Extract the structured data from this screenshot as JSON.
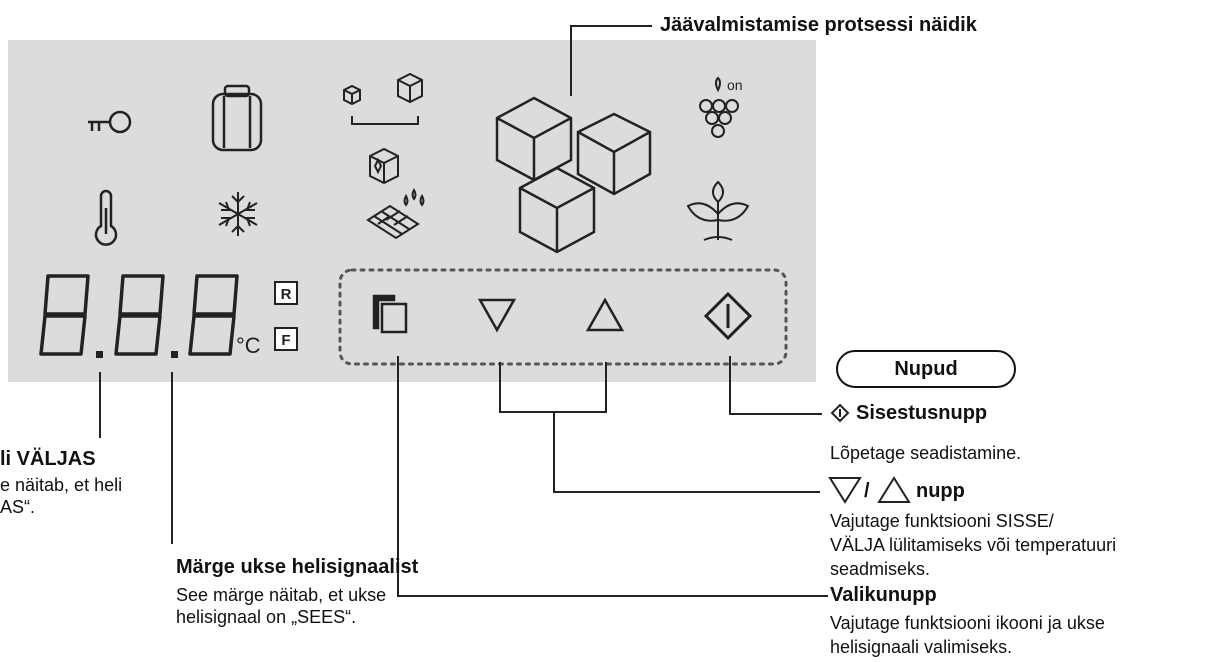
{
  "panel": {
    "digits": "888",
    "unit": "°C",
    "mode_r": "R",
    "mode_f": "F",
    "ice_on": "on",
    "icons": [
      "key-icon",
      "luggage-icon",
      "ice-size-icon",
      "ice-cube-icon",
      "ice-tray-icon",
      "grape-icon",
      "thermometer-icon",
      "snowflake-icon",
      "ice-process-icon",
      "plant-icon"
    ],
    "buttons": [
      "menu-icon",
      "down-triangle-icon",
      "up-triangle-icon",
      "enter-icon"
    ]
  },
  "labels": {
    "ice_process": "Jäävalmistamise protsessi näidik",
    "buttons_group": "Nupud",
    "enter_title": "Sisestusnupp",
    "enter_desc": "Lõpetage seadistamine.",
    "updown_sep": "/",
    "updown_title": "nupp",
    "updown_desc1": "Vajutage funktsiooni SISSE/",
    "updown_desc2": "VÄLJA lülitamiseks või temperatuuri",
    "updown_desc3": "seadmiseks.",
    "menu_title": "Valikunupp",
    "menu_desc1": "Vajutage funktsiooni ikooni ja ukse",
    "menu_desc2": "helisignaali valimiseks.",
    "sound_off_title": "li VÄLJAS",
    "sound_off_desc1": "e näitab, et heli",
    "sound_off_desc2": "AS“.",
    "door_title": "Märge ukse helisignaalist",
    "door_desc1": "See märge näitab, et ukse",
    "door_desc2": "helisignaal on „SEES“."
  }
}
